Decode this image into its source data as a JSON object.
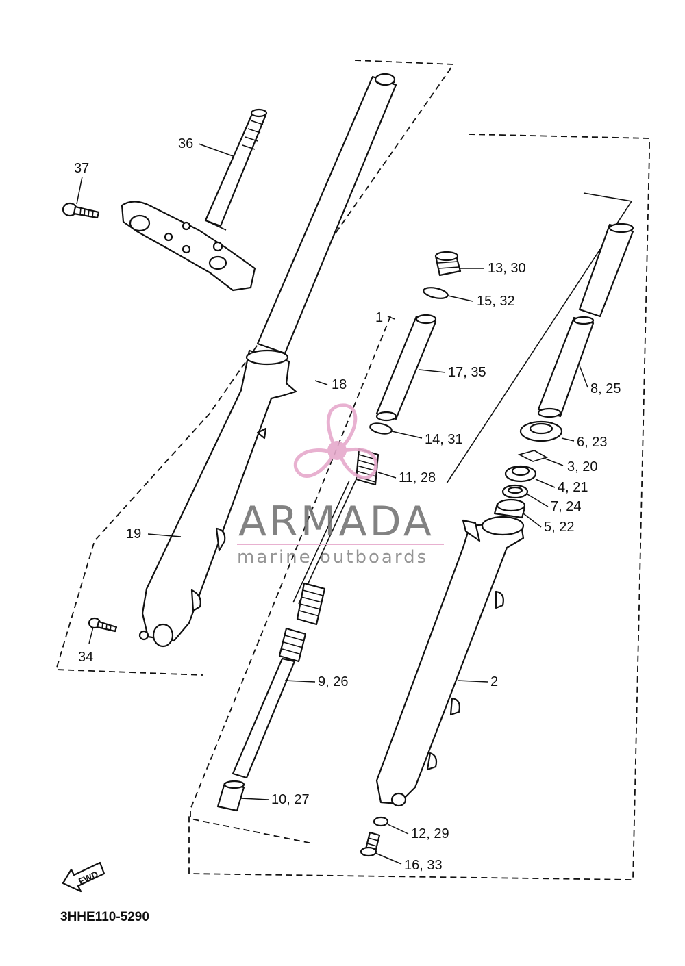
{
  "diagram_code": "3HHE110-5290",
  "fwd_label": "FWD",
  "watermark": {
    "title": "ARMADA",
    "subtitle": "marine outboards"
  },
  "callouts": {
    "p36": "36",
    "p37": "37",
    "p19": "19",
    "p34": "34",
    "p18": "18",
    "p1": "1",
    "p13_30": "13, 30",
    "p15_32": "15, 32",
    "p17_35": "17, 35",
    "p8_25": "8, 25",
    "p14_31": "14, 31",
    "p6_23": "6, 23",
    "p3_20": "3, 20",
    "p11_28": "11, 28",
    "p4_21": "4, 21",
    "p7_24": "7, 24",
    "p5_22": "5, 22",
    "p9_26": "9, 26",
    "p2": "2",
    "p10_27": "10, 27",
    "p12_29": "12, 29",
    "p16_33": "16, 33"
  },
  "colors": {
    "line": "#111111",
    "watermark_gray": "#757575",
    "watermark_pink": "#e6a9cc"
  }
}
